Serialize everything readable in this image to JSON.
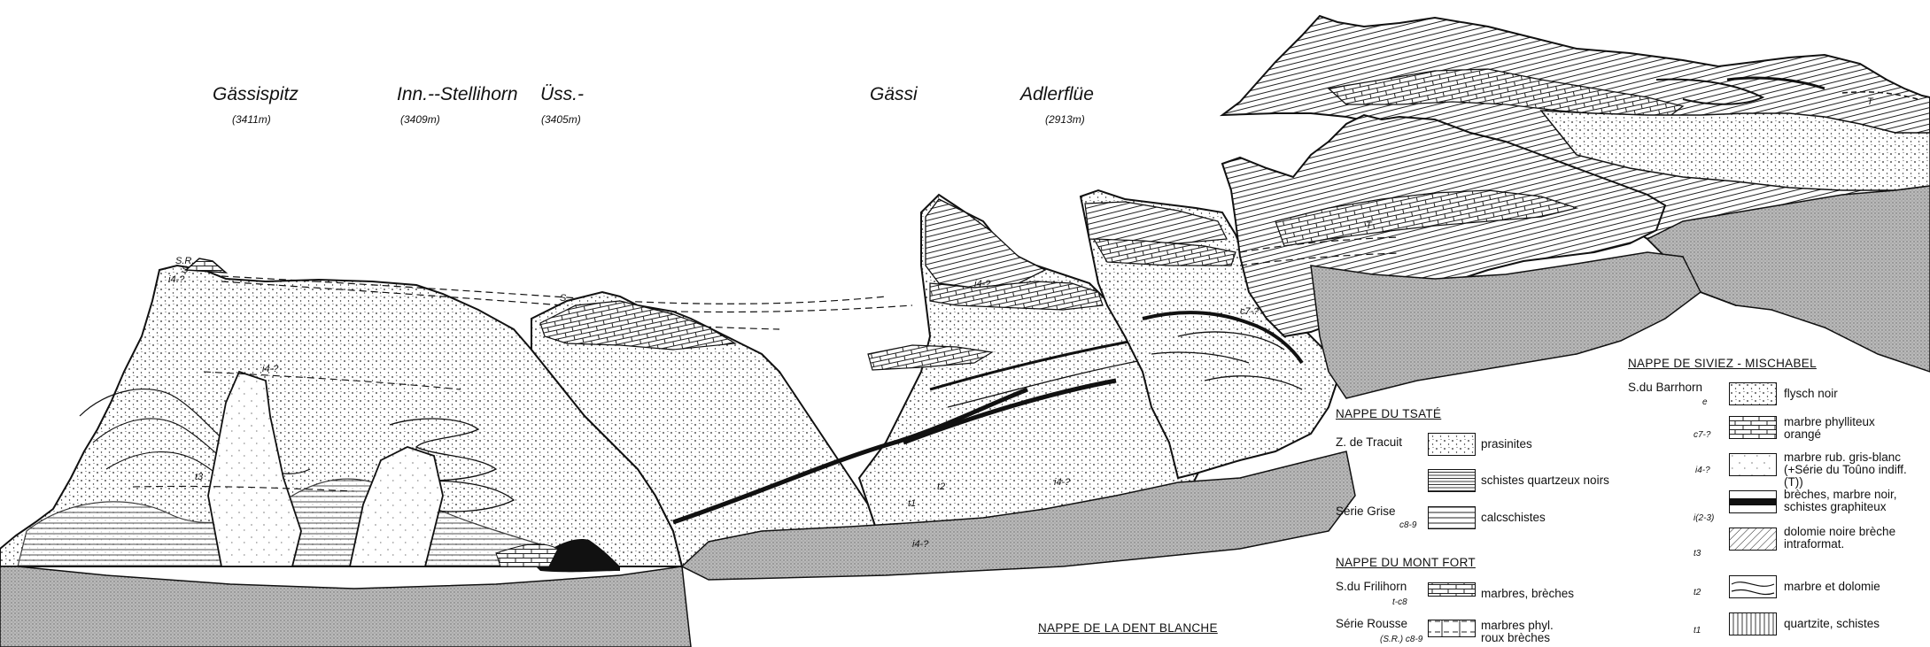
{
  "peaks": [
    {
      "name": "Gässispitz",
      "alt": "(3411m)"
    },
    {
      "name": "Inn.--Stellihorn",
      "alt": "(3409m)"
    },
    {
      "name": "Üss.-",
      "alt": "(3405m)"
    },
    {
      "name": "Gässi",
      "alt": ""
    },
    {
      "name": "Adlerflüe",
      "alt": "(2913m)"
    }
  ],
  "section_labels": [
    "S.R.",
    "S",
    "i4-?",
    "i4-?",
    "t3",
    "S",
    "i4-?",
    "t1",
    "t2",
    "i4-?",
    "i4-?",
    "c7-?",
    "T",
    "T"
  ],
  "legend": {
    "tsate": {
      "title": "NAPPE DU TSATÉ",
      "items": [
        {
          "unit": "Z. de Tracuit",
          "code": "",
          "desc": "prasinites",
          "pattern": "dots"
        },
        {
          "unit": "",
          "code": "",
          "desc": "schistes quartzeux noirs",
          "pattern": "hlines-dense"
        },
        {
          "unit": "Série Grise",
          "code": "c8-9",
          "desc": "calcschistes",
          "pattern": "hlines"
        }
      ]
    },
    "mont_fort": {
      "title": "NAPPE DU MONT FORT",
      "items": [
        {
          "unit": "S.du Frilihorn",
          "code": "t-c8",
          "desc": "marbres, brèches",
          "pattern": "bricks"
        },
        {
          "unit": "Série Rousse",
          "code": "(S.R.)  c8-9",
          "desc": "marbres phyl. roux brèches",
          "pattern": "dash-boxes"
        }
      ]
    },
    "dent_blanche": {
      "title": "NAPPE DE LA DENT BLANCHE"
    },
    "siviez": {
      "title": "NAPPE DE SIVIEZ - MISCHABEL",
      "items": [
        {
          "unit": "S.du Barrhorn",
          "code": "e",
          "desc": "flysch noir",
          "pattern": "dots"
        },
        {
          "unit": "",
          "code": "c7-?",
          "desc": "marbre phylliteux orangé",
          "pattern": "bricks"
        },
        {
          "unit": "",
          "code": "i4-?",
          "desc": "marbre rub. gris-blanc (+Série du Toûno indiff.(T))",
          "pattern": "sparse"
        },
        {
          "unit": "",
          "code": "i(2-3)",
          "desc": "brèches, marbre noir, schistes graphiteux",
          "pattern": "black-band"
        },
        {
          "unit": "",
          "code": "t3",
          "desc": "dolomie noire brèche intraformat.",
          "pattern": "hatch"
        },
        {
          "unit": "",
          "code": "t2",
          "desc": "marbre  et dolomie",
          "pattern": "folds"
        },
        {
          "unit": "",
          "code": "t1",
          "desc": "quartzite, schistes",
          "pattern": "vlines"
        }
      ]
    }
  }
}
